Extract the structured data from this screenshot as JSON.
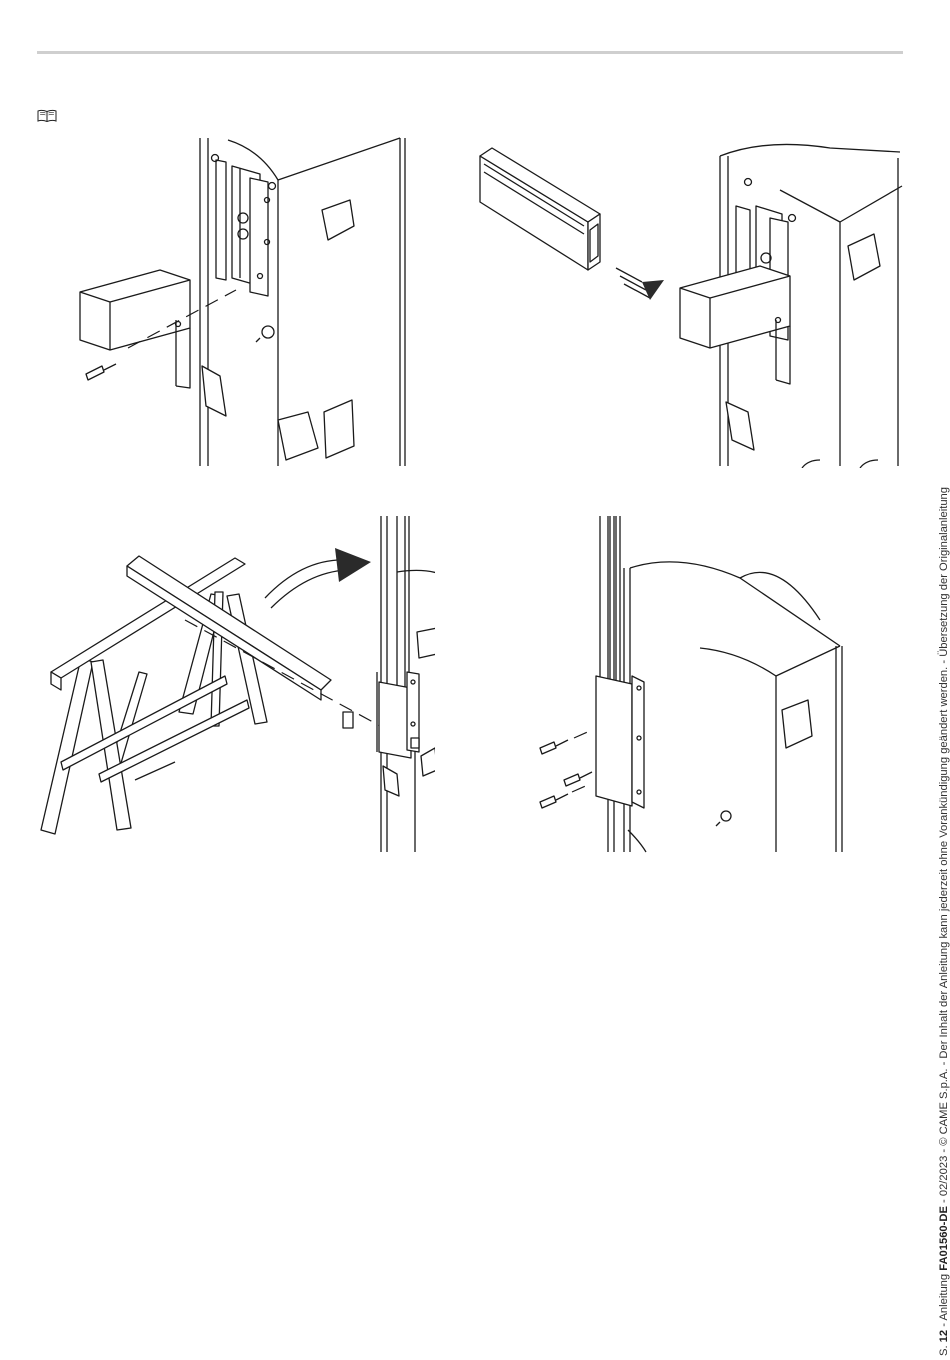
{
  "icons": {
    "book": "book-icon"
  },
  "footer": {
    "page_prefix": "S.",
    "page_number": "12",
    "sep1": " - Anleitung ",
    "doc_code": "FA01560-DE",
    "rest": " - 02/2023 - © CAME S.p.A. - Der Inhalt der Anleitung kann jederzeit ohne Vorankündigung geändert werden. - Übersetzung der Originalanleitung"
  },
  "colors": {
    "rule": "#cfcfcf",
    "ink": "#1a1a1a"
  }
}
